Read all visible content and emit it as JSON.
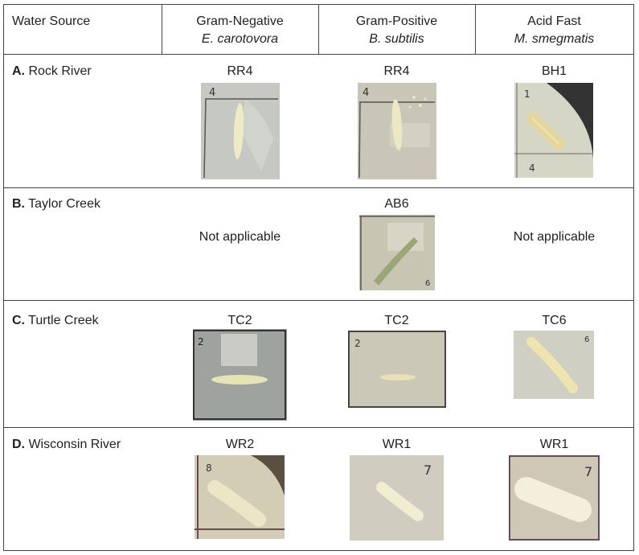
{
  "header": {
    "water_source": "Water Source",
    "gram_negative": {
      "title": "Gram-Negative",
      "species": "E. carotovora"
    },
    "gram_positive": {
      "title": "Gram-Positive",
      "species": "B. subtilis"
    },
    "acid_fast": {
      "title": "Acid Fast",
      "species": "M. smegmatis"
    }
  },
  "rows": [
    {
      "letter": "A.",
      "source": "Rock River",
      "gram_negative": "RR4",
      "gram_positive": "RR4",
      "acid_fast": "BH1",
      "marks": {
        "gram_negative": "4",
        "gram_positive": "4",
        "acid_fast_top": "1",
        "acid_fast_bottom": "4"
      }
    },
    {
      "letter": "B.",
      "source": "Taylor Creek",
      "gram_negative": "Not applicable",
      "gram_positive": "AB6",
      "acid_fast": "Not applicable",
      "marks": {
        "gram_positive": "6"
      }
    },
    {
      "letter": "C.",
      "source": "Turtle Creek",
      "gram_negative": "TC2",
      "gram_positive": "TC2",
      "acid_fast": "TC6",
      "marks": {
        "gram_negative": "2",
        "gram_positive": "2",
        "acid_fast": "6"
      }
    },
    {
      "letter": "D.",
      "source": "Wisconsin River",
      "gram_negative": "WR2",
      "gram_positive": "WR1",
      "acid_fast": "WR1",
      "marks": {
        "gram_negative": "8",
        "gram_positive": "7",
        "acid_fast": "7"
      }
    }
  ]
}
